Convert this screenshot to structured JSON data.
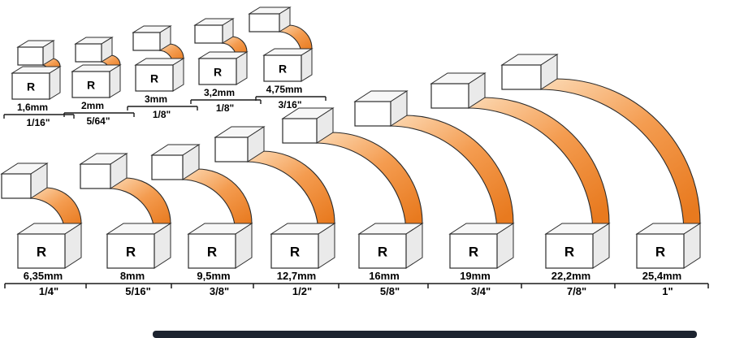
{
  "diagram": {
    "type": "router-bit-radius-size-chart",
    "r_label": "R",
    "colors": {
      "band_light": "#FCDAB5",
      "band_mid": "#F49C50",
      "band_dark": "#E87A1F",
      "outline": "#2b2b2b",
      "face_front": "#ffffff",
      "face_top": "#f7f7f7",
      "face_side": "#eaeaea",
      "line": "#1a1a1a",
      "bottom_bar": "#1d2430",
      "text": "#000000"
    },
    "rows": [
      {
        "name": "small-radii",
        "items": [
          {
            "radius_mm": 1.6,
            "mm_label": "1,6mm",
            "inch_label": "1/16\""
          },
          {
            "radius_mm": 2,
            "mm_label": "2mm",
            "inch_label": "5/64\""
          },
          {
            "radius_mm": 3,
            "mm_label": "3mm",
            "inch_label": "1/8\""
          },
          {
            "radius_mm": 3.2,
            "mm_label": "3,2mm",
            "inch_label": "1/8\""
          },
          {
            "radius_mm": 4.75,
            "mm_label": "4,75mm",
            "inch_label": "3/16\""
          }
        ]
      },
      {
        "name": "large-radii",
        "items": [
          {
            "radius_mm": 6.35,
            "mm_label": "6,35mm",
            "inch_label": "1/4\""
          },
          {
            "radius_mm": 8,
            "mm_label": "8mm",
            "inch_label": "5/16\""
          },
          {
            "radius_mm": 9.5,
            "mm_label": "9,5mm",
            "inch_label": "3/8\""
          },
          {
            "radius_mm": 12.7,
            "mm_label": "12,7mm",
            "inch_label": "1/2\""
          },
          {
            "radius_mm": 16,
            "mm_label": "16mm",
            "inch_label": "5/8\""
          },
          {
            "radius_mm": 19,
            "mm_label": "19mm",
            "inch_label": "3/4\""
          },
          {
            "radius_mm": 22.2,
            "mm_label": "22,2mm",
            "inch_label": "7/8\""
          },
          {
            "radius_mm": 25.4,
            "mm_label": "25,4mm",
            "inch_label": "1\""
          }
        ]
      }
    ]
  }
}
